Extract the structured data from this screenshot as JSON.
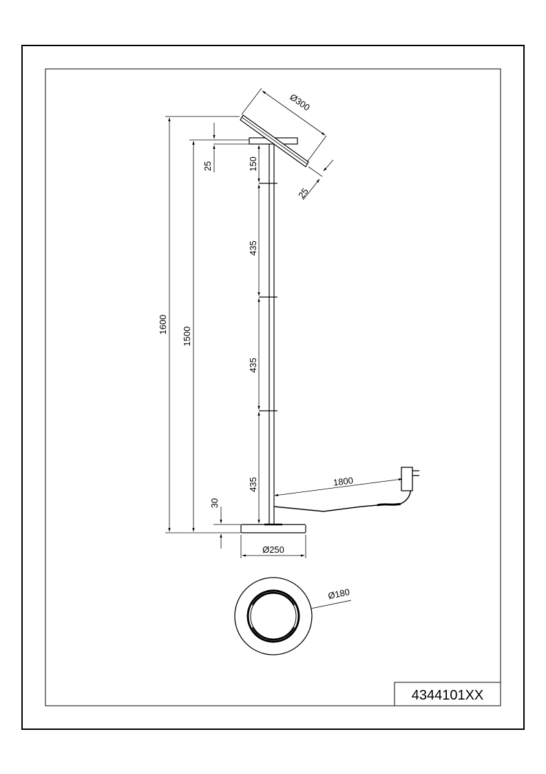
{
  "drawing": {
    "part_number": "4344101XX",
    "dimensions": {
      "head_diameter": "Ø300",
      "head_thickness": "25",
      "arm_thickness": "25",
      "arm_height": "150",
      "segment_top": "435",
      "segment_middle": "435",
      "segment_bottom": "435",
      "total_height": "1600",
      "arm_total_height": "1500",
      "base_height": "30",
      "base_diameter": "Ø250",
      "cable_length": "1800",
      "base_inner_diameter": "Ø180"
    }
  }
}
